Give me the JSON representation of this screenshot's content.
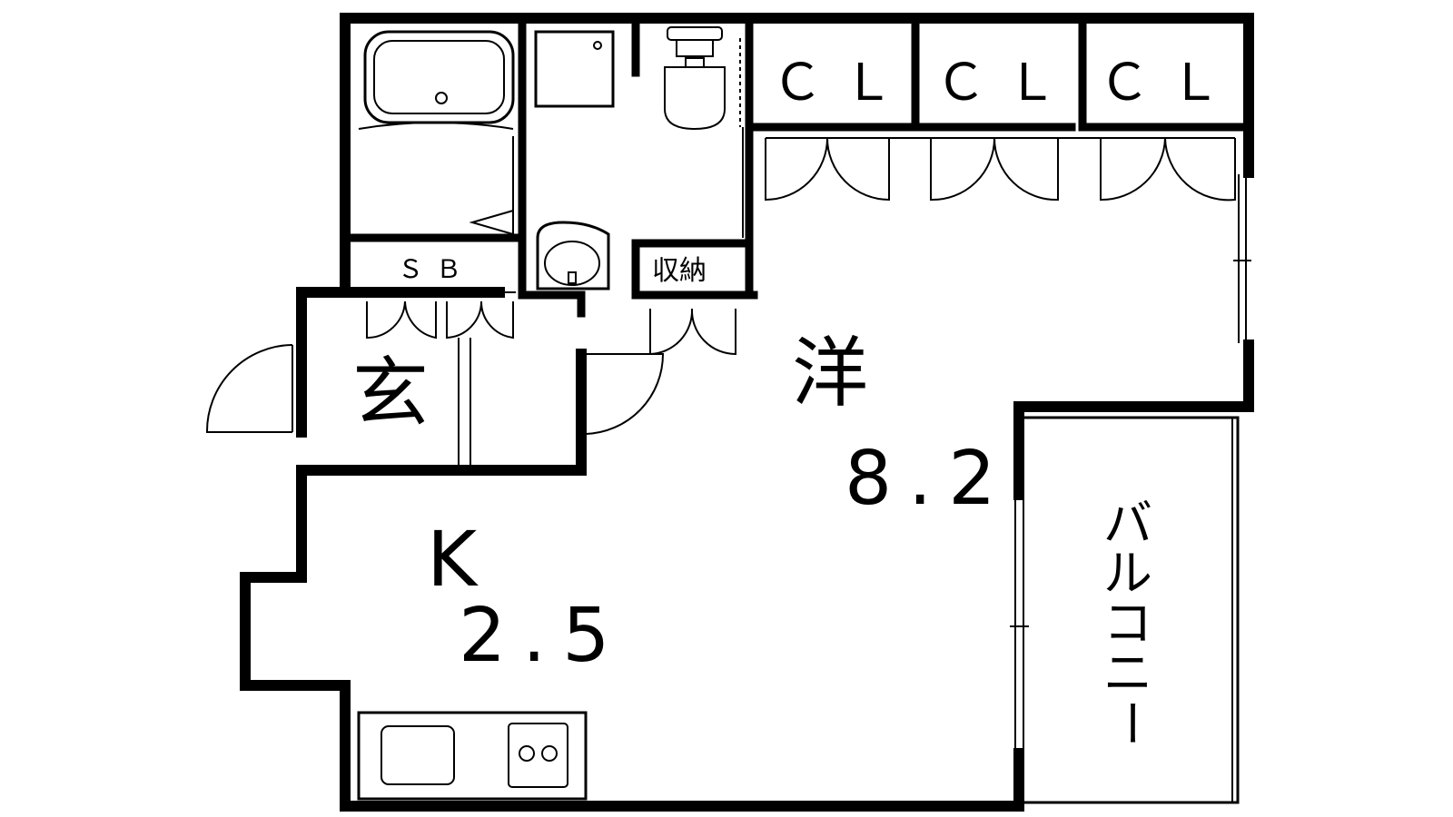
{
  "plan": {
    "western_room": {
      "kanji": "洋",
      "area": "8.2"
    },
    "kitchen": {
      "letter": "K",
      "area": "2.5"
    },
    "entrance": {
      "kanji": "玄"
    },
    "closets": [
      "ＣＬ",
      "ＣＬ",
      "ＣＬ"
    ],
    "storage": "収納",
    "shoe_box": "ＳＢ",
    "balcony": [
      "バ",
      "ル",
      "コ",
      "ニ",
      "ー"
    ]
  }
}
